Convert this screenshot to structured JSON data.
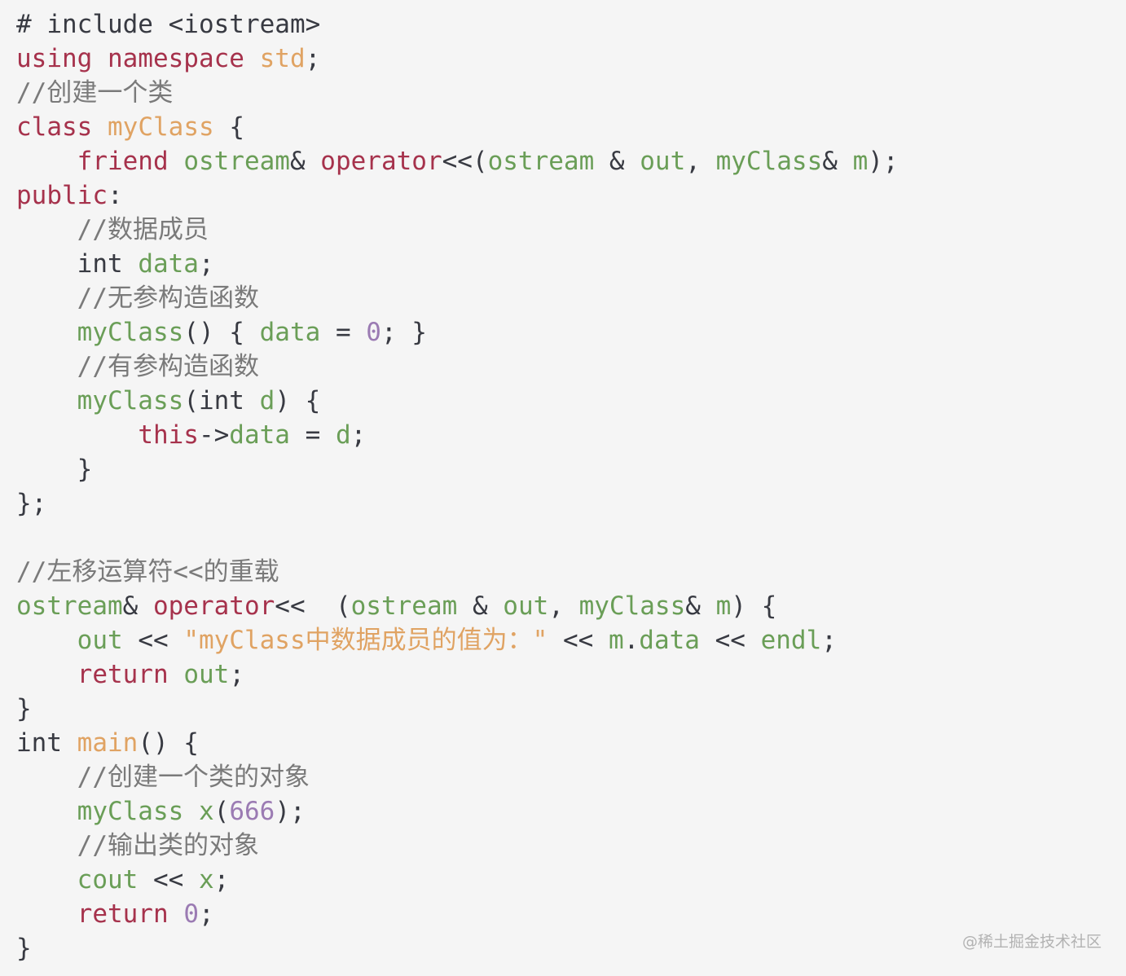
{
  "colors": {
    "plain": "#383a42",
    "keyword": "#a6324c",
    "type": "#6a9e57",
    "literal": "#e0a363",
    "number": "#9b7bb3",
    "comment": "#7a7a7a",
    "background": "#f5f5f5"
  },
  "code": {
    "language": "cpp",
    "lines": [
      {
        "tokens": [
          {
            "t": "# include <iostream>",
            "k": "plain"
          }
        ]
      },
      {
        "tokens": [
          {
            "t": "using namespace",
            "k": "keyword"
          },
          {
            "t": " ",
            "k": "plain"
          },
          {
            "t": "std",
            "k": "literal"
          },
          {
            "t": ";",
            "k": "plain"
          }
        ]
      },
      {
        "tokens": [
          {
            "t": "//创建一个类",
            "k": "comment"
          }
        ]
      },
      {
        "tokens": [
          {
            "t": "class",
            "k": "keyword"
          },
          {
            "t": " ",
            "k": "plain"
          },
          {
            "t": "myClass",
            "k": "literal"
          },
          {
            "t": " {",
            "k": "plain"
          }
        ]
      },
      {
        "tokens": [
          {
            "t": "    ",
            "k": "plain"
          },
          {
            "t": "friend",
            "k": "keyword"
          },
          {
            "t": " ",
            "k": "plain"
          },
          {
            "t": "ostream",
            "k": "type"
          },
          {
            "t": "& ",
            "k": "plain"
          },
          {
            "t": "operator",
            "k": "keyword"
          },
          {
            "t": "<<(",
            "k": "plain"
          },
          {
            "t": "ostream",
            "k": "type"
          },
          {
            "t": " & ",
            "k": "plain"
          },
          {
            "t": "out",
            "k": "type"
          },
          {
            "t": ", ",
            "k": "plain"
          },
          {
            "t": "myClass",
            "k": "type"
          },
          {
            "t": "& ",
            "k": "plain"
          },
          {
            "t": "m",
            "k": "type"
          },
          {
            "t": ");",
            "k": "plain"
          }
        ]
      },
      {
        "tokens": [
          {
            "t": "public",
            "k": "keyword"
          },
          {
            "t": ":",
            "k": "plain"
          }
        ]
      },
      {
        "tokens": [
          {
            "t": "    ",
            "k": "plain"
          },
          {
            "t": "//数据成员",
            "k": "comment"
          }
        ]
      },
      {
        "tokens": [
          {
            "t": "    int ",
            "k": "plain"
          },
          {
            "t": "data",
            "k": "type"
          },
          {
            "t": ";",
            "k": "plain"
          }
        ]
      },
      {
        "tokens": [
          {
            "t": "    ",
            "k": "plain"
          },
          {
            "t": "//无参构造函数",
            "k": "comment"
          }
        ]
      },
      {
        "tokens": [
          {
            "t": "    ",
            "k": "plain"
          },
          {
            "t": "myClass",
            "k": "type"
          },
          {
            "t": "() { ",
            "k": "plain"
          },
          {
            "t": "data",
            "k": "type"
          },
          {
            "t": " = ",
            "k": "plain"
          },
          {
            "t": "0",
            "k": "number"
          },
          {
            "t": "; }",
            "k": "plain"
          }
        ]
      },
      {
        "tokens": [
          {
            "t": "    ",
            "k": "plain"
          },
          {
            "t": "//有参构造函数",
            "k": "comment"
          }
        ]
      },
      {
        "tokens": [
          {
            "t": "    ",
            "k": "plain"
          },
          {
            "t": "myClass",
            "k": "type"
          },
          {
            "t": "(int ",
            "k": "plain"
          },
          {
            "t": "d",
            "k": "type"
          },
          {
            "t": ") {",
            "k": "plain"
          }
        ]
      },
      {
        "tokens": [
          {
            "t": "        ",
            "k": "plain"
          },
          {
            "t": "this",
            "k": "keyword"
          },
          {
            "t": "->",
            "k": "plain"
          },
          {
            "t": "data",
            "k": "type"
          },
          {
            "t": " = ",
            "k": "plain"
          },
          {
            "t": "d",
            "k": "type"
          },
          {
            "t": ";",
            "k": "plain"
          }
        ]
      },
      {
        "tokens": [
          {
            "t": "    }",
            "k": "plain"
          }
        ]
      },
      {
        "tokens": [
          {
            "t": "};",
            "k": "plain"
          }
        ]
      },
      {
        "tokens": []
      },
      {
        "tokens": [
          {
            "t": "//左移运算符<<的重载",
            "k": "comment"
          }
        ]
      },
      {
        "tokens": [
          {
            "t": "ostream",
            "k": "type"
          },
          {
            "t": "& ",
            "k": "plain"
          },
          {
            "t": "operator",
            "k": "keyword"
          },
          {
            "t": "<<  (",
            "k": "plain"
          },
          {
            "t": "ostream",
            "k": "type"
          },
          {
            "t": " & ",
            "k": "plain"
          },
          {
            "t": "out",
            "k": "type"
          },
          {
            "t": ", ",
            "k": "plain"
          },
          {
            "t": "myClass",
            "k": "type"
          },
          {
            "t": "& ",
            "k": "plain"
          },
          {
            "t": "m",
            "k": "type"
          },
          {
            "t": ") {",
            "k": "plain"
          }
        ]
      },
      {
        "tokens": [
          {
            "t": "    ",
            "k": "plain"
          },
          {
            "t": "out",
            "k": "type"
          },
          {
            "t": " << ",
            "k": "plain"
          },
          {
            "t": "\"myClass中数据成员的值为：\"",
            "k": "literal"
          },
          {
            "t": " << ",
            "k": "plain"
          },
          {
            "t": "m",
            "k": "type"
          },
          {
            "t": ".",
            "k": "plain"
          },
          {
            "t": "data",
            "k": "type"
          },
          {
            "t": " << ",
            "k": "plain"
          },
          {
            "t": "endl",
            "k": "type"
          },
          {
            "t": ";",
            "k": "plain"
          }
        ]
      },
      {
        "tokens": [
          {
            "t": "    ",
            "k": "plain"
          },
          {
            "t": "return",
            "k": "keyword"
          },
          {
            "t": " ",
            "k": "plain"
          },
          {
            "t": "out",
            "k": "type"
          },
          {
            "t": ";",
            "k": "plain"
          }
        ]
      },
      {
        "tokens": [
          {
            "t": "}",
            "k": "plain"
          }
        ]
      },
      {
        "tokens": [
          {
            "t": "int ",
            "k": "plain"
          },
          {
            "t": "main",
            "k": "literal"
          },
          {
            "t": "() {",
            "k": "plain"
          }
        ]
      },
      {
        "tokens": [
          {
            "t": "    ",
            "k": "plain"
          },
          {
            "t": "//创建一个类的对象",
            "k": "comment"
          }
        ]
      },
      {
        "tokens": [
          {
            "t": "    ",
            "k": "plain"
          },
          {
            "t": "myClass",
            "k": "type"
          },
          {
            "t": " ",
            "k": "plain"
          },
          {
            "t": "x",
            "k": "type"
          },
          {
            "t": "(",
            "k": "plain"
          },
          {
            "t": "666",
            "k": "number"
          },
          {
            "t": ");",
            "k": "plain"
          }
        ]
      },
      {
        "tokens": [
          {
            "t": "    ",
            "k": "plain"
          },
          {
            "t": "//输出类的对象",
            "k": "comment"
          }
        ]
      },
      {
        "tokens": [
          {
            "t": "    ",
            "k": "plain"
          },
          {
            "t": "cout",
            "k": "type"
          },
          {
            "t": " << ",
            "k": "plain"
          },
          {
            "t": "x",
            "k": "type"
          },
          {
            "t": ";",
            "k": "plain"
          }
        ]
      },
      {
        "tokens": [
          {
            "t": "    ",
            "k": "plain"
          },
          {
            "t": "return",
            "k": "keyword"
          },
          {
            "t": " ",
            "k": "plain"
          },
          {
            "t": "0",
            "k": "number"
          },
          {
            "t": ";",
            "k": "plain"
          }
        ]
      },
      {
        "tokens": [
          {
            "t": "}",
            "k": "plain"
          }
        ]
      }
    ]
  },
  "watermark": "@稀土掘金技术社区"
}
